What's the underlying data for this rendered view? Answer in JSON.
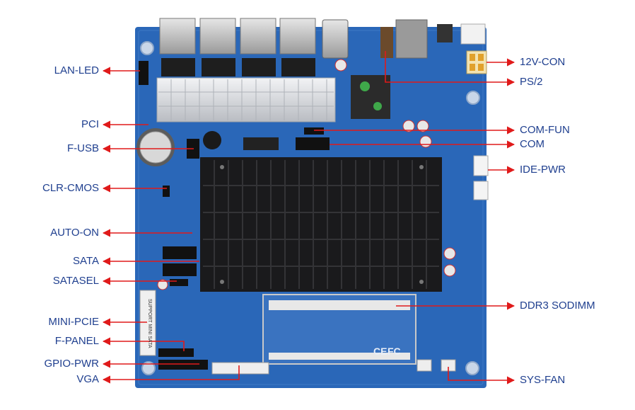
{
  "labels": {
    "lan_led": "LAN-LED",
    "pci": "PCI",
    "f_usb": "F-USB",
    "clr_cmos": "CLR-CMOS",
    "auto_on": "AUTO-ON",
    "sata": "SATA",
    "satasel": "SATASEL",
    "mini_pcie": "MINI-PCIE",
    "f_panel": "F-PANEL",
    "gpio_pwr": "GPIO-PWR",
    "vga": "VGA",
    "con_12v": "12V-CON",
    "ps2": "PS/2",
    "com_fun": "COM-FUN",
    "com": "COM",
    "ide_pwr": "IDE-PWR",
    "ddr3_sodimm": "DDR3 SODIMM",
    "sys_fan": "SYS-FAN"
  },
  "board_text": {
    "mini_slot": "SUPPORT MINI SATA",
    "fcc_mark": "FC",
    "ce_mark": "CE"
  },
  "colors": {
    "pcb": "#2a67b8",
    "pcb_dark": "#1d4f95",
    "heatsink_black": "#1a1a1c",
    "heatsink_silver": "#d4d6da",
    "arrow": "#e01a1a",
    "label_text": "#1f3f8f"
  }
}
